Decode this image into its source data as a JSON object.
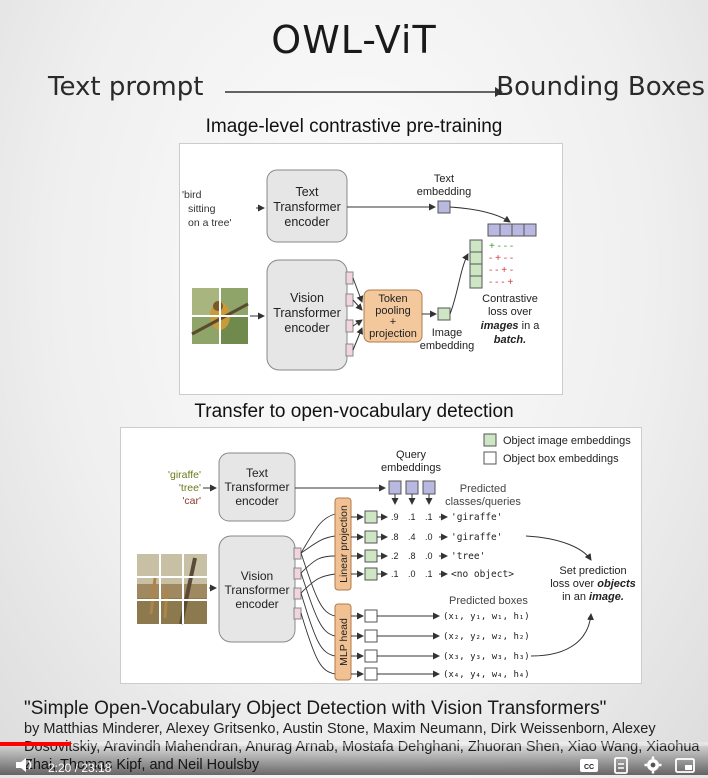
{
  "slide": {
    "title": "OWL-ViT",
    "header_left": "Text prompt",
    "header_right": "Bounding Boxes"
  },
  "section1": {
    "title": "Image-level contrastive pre-training",
    "text_query": [
      "'bird",
      "sitting",
      "on a tree'"
    ],
    "text_encoder": [
      "Text",
      "Transformer",
      "encoder"
    ],
    "vision_encoder": [
      "Vision",
      "Transformer",
      "encoder"
    ],
    "token_pooling": [
      "Token",
      "pooling",
      "+",
      "projection"
    ],
    "text_embedding": [
      "Text",
      "embedding"
    ],
    "image_embedding": [
      "Image",
      "embedding"
    ],
    "matrix_row1": "+ - - -",
    "matrix_row2": "- + - -",
    "matrix_row3": "- - + -",
    "matrix_row4": "- - - +",
    "loss_line1": "Contrastive",
    "loss_line2": "loss over",
    "loss_line3_em": "images",
    "loss_line3_rest": " in a",
    "loss_line4": "batch."
  },
  "section2": {
    "title": "Transfer to open-vocabulary detection",
    "legend": {
      "image_embeddings": "Object image embeddings",
      "box_embeddings": "Object box embeddings"
    },
    "queries": [
      "'giraffe'",
      "'tree'",
      "'car'"
    ],
    "text_encoder": [
      "Text",
      "Transformer",
      "encoder"
    ],
    "vision_encoder": [
      "Vision",
      "Transformer",
      "encoder"
    ],
    "query_embeddings": [
      "Query",
      "embeddings"
    ],
    "predicted_classes": [
      "Predicted",
      "classes/queries"
    ],
    "linear_projection": "Linear projection",
    "mlp_head": "MLP head",
    "class_rows": [
      {
        "scores": [
          ".9",
          ".1",
          ".1"
        ],
        "label": "'giraffe'"
      },
      {
        "scores": [
          ".8",
          ".4",
          ".0"
        ],
        "label": "'giraffe'"
      },
      {
        "scores": [
          ".2",
          ".8",
          ".0"
        ],
        "label": "'tree'"
      },
      {
        "scores": [
          ".1",
          ".0",
          ".1"
        ],
        "label": "<no object>"
      }
    ],
    "predicted_boxes": "Predicted boxes",
    "box_rows": [
      "(x₁, y₁, w₁, h₁)",
      "(x₂, y₂, w₂, h₂)",
      "(x₃, y₃, w₃, h₃)",
      "(x₄, y₄, w₄, h₄)"
    ],
    "set_loss": [
      "Set prediction",
      "loss over",
      "objects",
      "in an",
      "image."
    ]
  },
  "caption": {
    "title": "\"Simple Open-Vocabulary Object Detection with Vision Transformers\"",
    "authors": "by Matthias Minderer, Alexey Gritsenko, Austin Stone, Maxim Neumann, Dirk Weissenborn, Alexey Dosovitskiy, Aravindh Mahendran, Anurag Arnab, Mostafa Dehghani, Zhuoran Shen, Xiao Wang, Xiaohua Zhai, Thomas Kipf, and Neil Houlsby"
  },
  "player": {
    "time": "2:20 / 23:18",
    "progress": 0.1001,
    "icons": [
      "volume-icon",
      "captions-icon",
      "transcript-icon",
      "settings-icon",
      "miniplayer-icon"
    ]
  },
  "colors": {
    "embedding_purple": "#b9b8e0",
    "embedding_green": "#cfe6c4",
    "pooling_orange": "#f3c89c",
    "mlp_orange": "#f1c193",
    "encoder_gray": "#e6e6e6",
    "plus_green": "#3a9a3a",
    "minus_red": "#cc3a3a",
    "progress_red": "#ff0000"
  }
}
